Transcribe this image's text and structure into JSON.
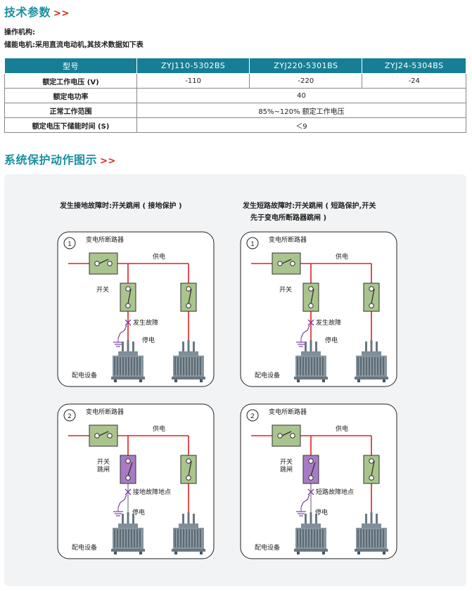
{
  "section1": {
    "title": "技术参数",
    "arrows": ">>"
  },
  "mechanism_label": "操作机构:",
  "motor_label": "储能电机:采用直流电动机,其技术数据如下表",
  "table": {
    "header": [
      "型号",
      "ZYJ110-5302BS",
      "ZYJ220-5301BS",
      "ZYJ24-5304BS"
    ],
    "rows": [
      {
        "label": "额定工作电压 (V)",
        "values": [
          "-110",
          "-220",
          "-24"
        ]
      },
      {
        "label": "额定电功率",
        "merged": "40"
      },
      {
        "label": "正常工作范围",
        "merged": "85%~120% 额定工作电压"
      },
      {
        "label": "额定电压下储能时间 (S)",
        "merged": "＜9"
      }
    ]
  },
  "section2": {
    "title": "系统保护动作图示",
    "arrows": ">>"
  },
  "captions": {
    "left": "发生接地故障时:开关跳闸 ( 接地保护 )",
    "right_line1": "发生短路故障时:开关跳闸 ( 短路保护,开关",
    "right_line2": "先于变电所断路器跳闸 )"
  },
  "diagrams": [
    {
      "num": "1",
      "breaker": "变电所断路器",
      "supply": "供电",
      "switch": "开关",
      "switch2": "",
      "fault": "发生故障",
      "stop": "停电",
      "equip": "配电设备"
    },
    {
      "num": "1",
      "breaker": "变电所断路器",
      "supply": "供电",
      "switch": "开关",
      "switch2": "",
      "fault": "发生故障",
      "stop": "停电",
      "equip": "配电设备"
    },
    {
      "num": "2",
      "breaker": "变电所断路器",
      "supply": "供电",
      "switch": "开关",
      "switch2": "跳闸",
      "fault": "接地故障地点",
      "stop": "停电",
      "equip": "配电设备"
    },
    {
      "num": "2",
      "breaker": "变电所断路器",
      "supply": "供电",
      "switch": "开关",
      "switch2": "跳闸",
      "fault": "短路故障地点",
      "stop": "停电",
      "equip": "配电设备"
    }
  ],
  "colors": {
    "accent": "#1a8fa0",
    "arrow": "#e0201f",
    "table_header": "#167f96",
    "switch_green": "#a9c48c",
    "switch_purple": "#a77cc4",
    "line_red": "#e02020",
    "line_gray": "#9a9a9a"
  }
}
